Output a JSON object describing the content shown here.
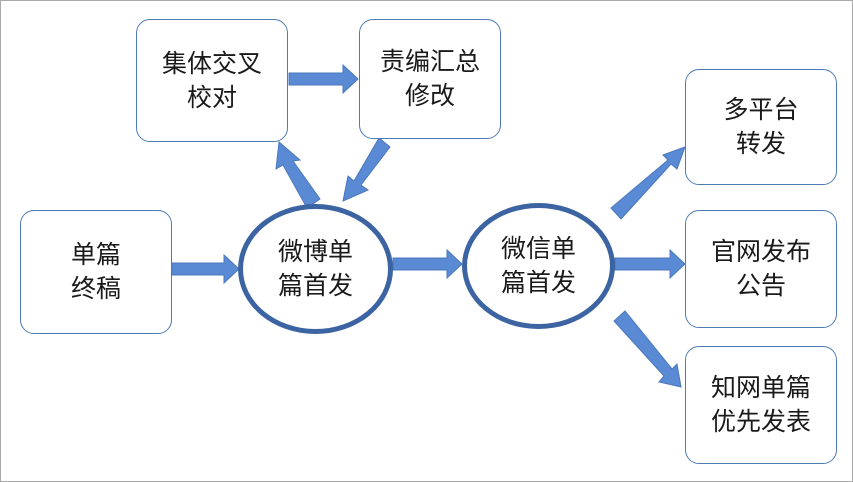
{
  "nodes": {
    "final": "单篇\n终稿",
    "cross": "集体交叉\n校对",
    "editor": "责编汇总\n修改",
    "weibo": "微博单\n篇首发",
    "wechat": "微信单\n篇首发",
    "multi": "多平台\n转发",
    "official": "官网发布\n公告",
    "cnki": "知网单篇\n优先发表"
  },
  "colors": {
    "arrow": "#5a8ad3",
    "box_border": "#4f7bb5",
    "ellipse_border": "#3c64a2"
  }
}
